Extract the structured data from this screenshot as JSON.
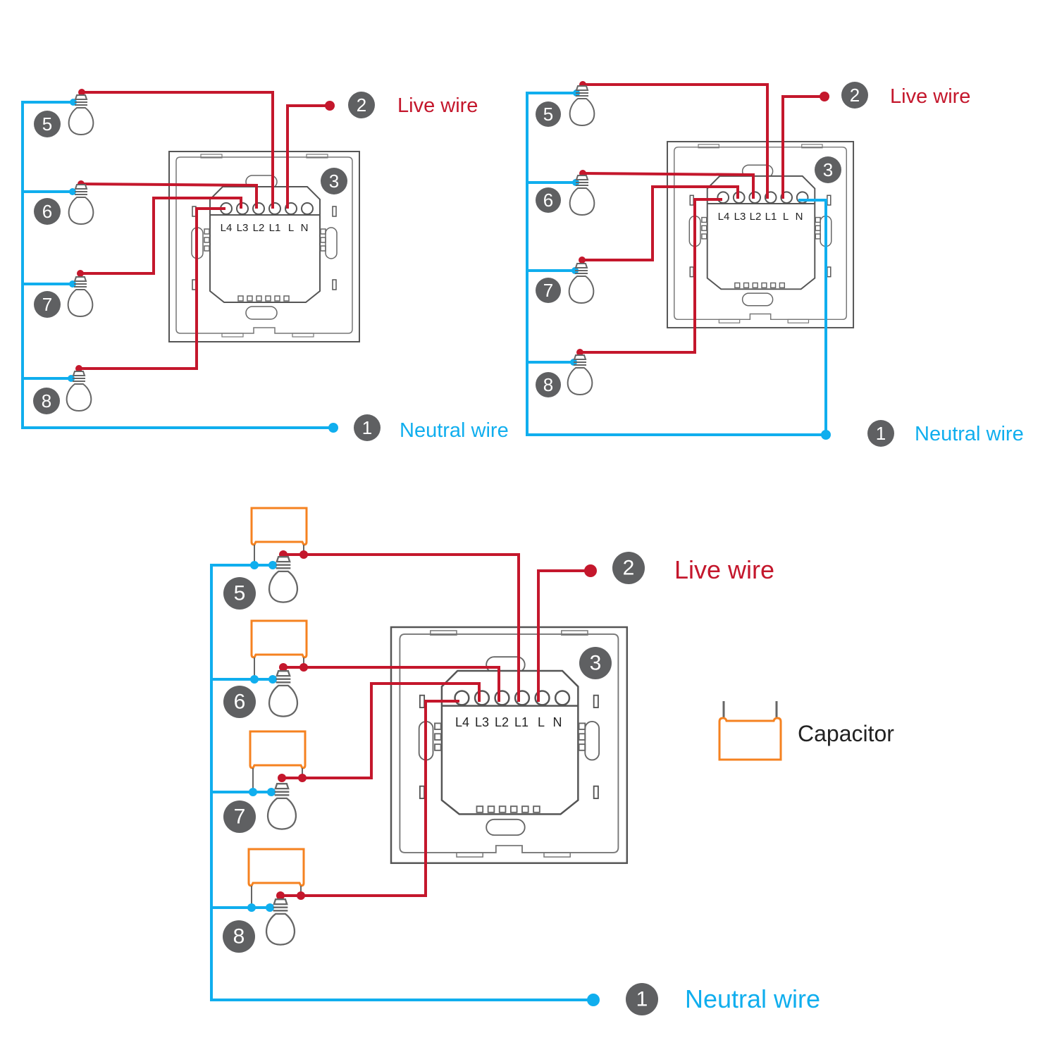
{
  "title": "4-gang switch wiring diagrams",
  "colors": {
    "live": "#c4172c",
    "neutral": "#10aeee",
    "capacitor": "#f58220",
    "badge": "#5f6062"
  },
  "terminals": [
    "L4",
    "L3",
    "L2",
    "L1",
    "L",
    "N"
  ],
  "badges": {
    "neutral": "1",
    "live": "2",
    "switch": "3",
    "lamps": [
      "5",
      "6",
      "7",
      "8"
    ]
  },
  "labels": {
    "live": "Live wire",
    "neutral": "Neutral wire",
    "capacitor": "Capacitor"
  },
  "diagrams": [
    {
      "id": "diagram-a",
      "variant": "no-neutral",
      "capacitors": false
    },
    {
      "id": "diagram-b",
      "variant": "with-neutral",
      "capacitors": false
    },
    {
      "id": "diagram-c",
      "variant": "with-capacitors",
      "capacitors": true
    }
  ],
  "legend": {
    "icon": "capacitor-icon",
    "label": "Capacitor"
  }
}
